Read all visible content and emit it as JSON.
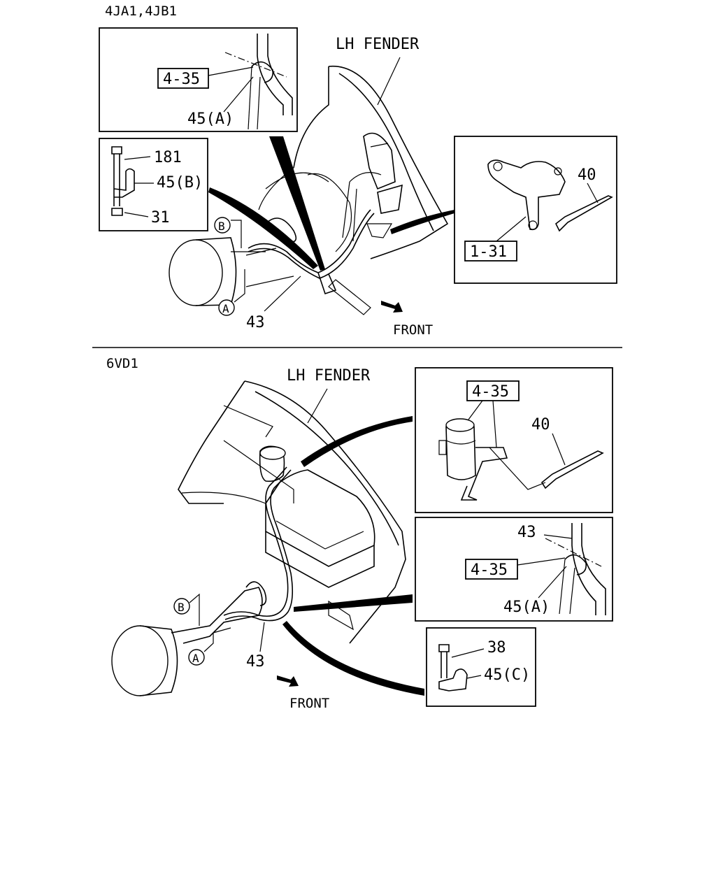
{
  "sections": [
    {
      "engine": "4JA1,4JB1",
      "fender_label": "LH FENDER",
      "front_label": "FRONT",
      "callouts": {
        "pipe": "43",
        "marker_a": "A",
        "marker_b": "B"
      },
      "detail_top": {
        "ref": "4-35",
        "clip": "45(A)"
      },
      "detail_left": {
        "bolt": "181",
        "clip": "45(B)",
        "nut": "31"
      },
      "detail_right": {
        "ref": "1-31",
        "part": "40"
      }
    },
    {
      "engine": "6VD1",
      "fender_label": "LH FENDER",
      "front_label": "FRONT",
      "callouts": {
        "pipe": "43",
        "marker_a": "A",
        "marker_b": "B"
      },
      "detail_right_top": {
        "ref": "4-35",
        "part": "40"
      },
      "detail_right_mid": {
        "pipe": "43",
        "ref": "4-35",
        "clip": "45(A)"
      },
      "detail_bottom": {
        "bolt": "38",
        "clip": "45(C)"
      }
    }
  ]
}
